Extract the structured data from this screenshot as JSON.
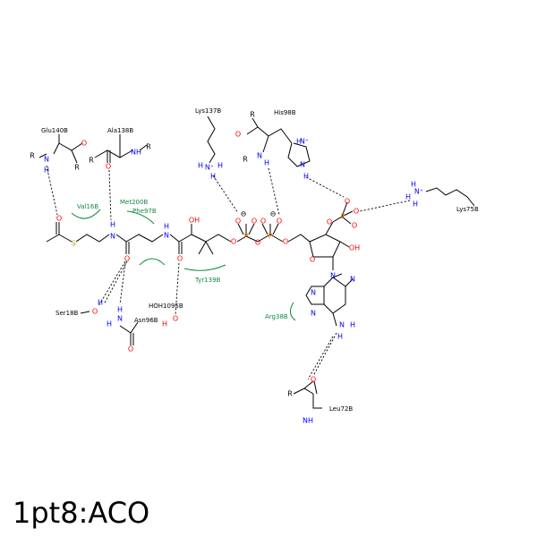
{
  "title": "1pt8:ACO",
  "residues": {
    "glu140": "Glu140B",
    "ala138": "Ala138B",
    "lys137": "Lys137B",
    "his98": "His98B",
    "lys75": "Lys75B",
    "ser18": "Ser18B",
    "asn96": "Asn96B",
    "hoh1095": "HOH1095B",
    "leu72": "Leu72B"
  },
  "hydrophobic": {
    "val16": "Val16B",
    "met200": "Met200B",
    "phe97": "Phe97B",
    "tyr139": "Tyr139B",
    "arg38": "Arg38B"
  },
  "atoms": {
    "O": "O",
    "N": "N",
    "S": "S",
    "P": "P",
    "H": "H",
    "R": "R",
    "OH": "OH",
    "NH": "NH",
    "HO": "HO",
    "NH3": "N⁺",
    "minus": "⊖"
  },
  "colors": {
    "oxygen": "#ff0000",
    "nitrogen": "#0000ff",
    "sulfur": "#b8a000",
    "phosphorus": "#ff8000",
    "hydrophobic": "#118840",
    "bond": "#000000"
  }
}
